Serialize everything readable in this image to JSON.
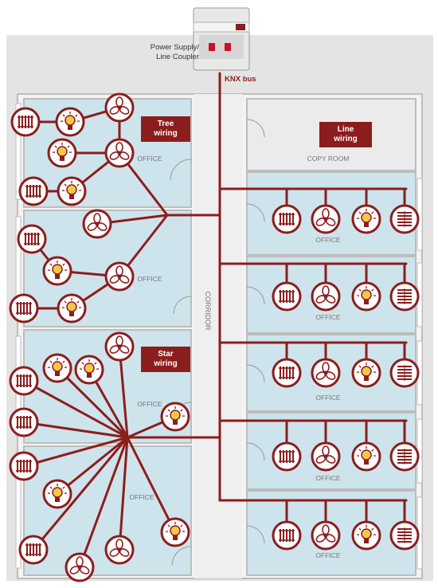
{
  "labels": {
    "power_supply_line1": "Power Supply/",
    "power_supply_line2": "Line Coupler",
    "knx_bus": "KNX bus",
    "tree_wiring_1": "Tree",
    "tree_wiring_2": "wiring",
    "line_wiring_1": "Line",
    "line_wiring_2": "wiring",
    "star_wiring_1": "Star",
    "star_wiring_2": "wiring",
    "corridor": "CORRIDOR",
    "copy_room": "COPY ROOM",
    "office": "OFFICE"
  },
  "colors": {
    "bus": "#8c1d1d",
    "room_fill": "#cfe6ee",
    "floor": "#e6e6e6",
    "wall": "#bfbfbf"
  },
  "icons": [
    "radiator-icon",
    "lamp-icon",
    "fan-icon",
    "blinds-icon",
    "knx-device-icon"
  ]
}
